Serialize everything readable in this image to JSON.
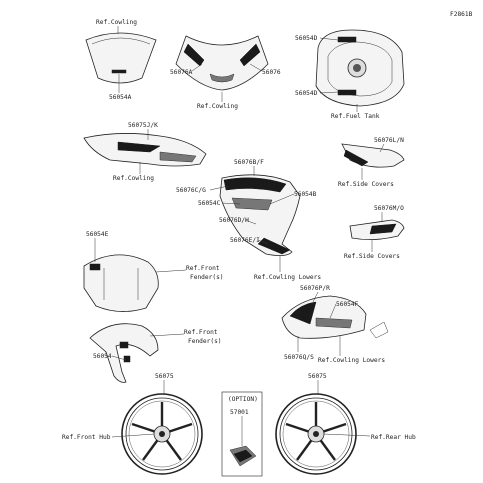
{
  "figure_code": "F2861B",
  "labels": {
    "ref_cowling_1": "Ref.Cowling",
    "p56054A": "56054A",
    "p56076A": "56076A",
    "p56076": "56076",
    "ref_cowling_2": "Ref.Cowling",
    "p56054D_1": "56054D",
    "p56054D_2": "56054D",
    "ref_fuel_tank": "Ref.Fuel Tank",
    "p56075J_K": "56075J/K",
    "ref_cowling_3": "Ref.Cowling",
    "p56076L_N": "56076L/N",
    "ref_side_covers_1": "Ref.Side Covers",
    "p56076B_F": "56076B/F",
    "p56076C_G": "56076C/G",
    "p56054B": "56054B",
    "p56054C": "56054C",
    "p56076D_H": "56076D/H",
    "p56076E_I": "56076E/I",
    "ref_cowling_lowers_1": "Ref.Cowling Lowers",
    "p56076M_O": "56076M/O",
    "ref_side_covers_2": "Ref.Side Covers",
    "p56054E": "56054E",
    "ref_front_fender_1a": "Ref.Front",
    "ref_front_fender_1b": "Fender(s)",
    "p56076P_R": "56076P/R",
    "p56054F": "56054F",
    "ref_front_fender_2a": "Ref.Front",
    "ref_front_fender_2b": "Fender(s)",
    "p56054": "56054",
    "ref_cowling_lowers_2": "Ref.Cowling Lowers",
    "p56076Q_S": "56076Q/S",
    "p56075_1": "56075",
    "p56075_2": "56075",
    "option": "(OPTION)",
    "p57001": "57001",
    "ref_front_hub": "Ref.Front Hub",
    "ref_rear_hub": "Ref.Rear Hub"
  }
}
